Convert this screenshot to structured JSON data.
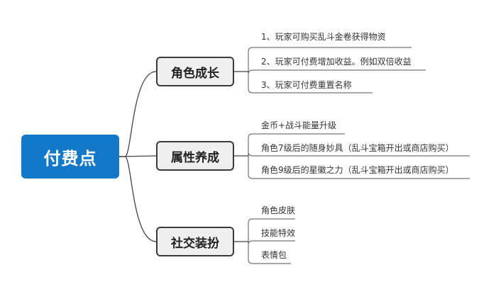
{
  "root": {
    "label": "付费点"
  },
  "branches": [
    {
      "label": "角色成长",
      "leaves": [
        "1、玩家可购买乱斗金卷获得物资",
        "2、玩家可付费增加收益。例如双倍收益",
        "3、玩家可付费重置名称"
      ]
    },
    {
      "label": "属性养成",
      "leaves": [
        "金币+战斗能量升级",
        "角色7级后的随身妙具（乱斗宝箱开出或商店购买）",
        "角色9级后的星徽之力（乱斗宝箱开出或商店购买）"
      ]
    },
    {
      "label": "社交装扮",
      "leaves": [
        "角色皮肤",
        "技能特效",
        "表情包"
      ]
    }
  ],
  "colors": {
    "root_fill": "#1378c8",
    "branch_fill": "#efefef",
    "branch_border": "#3a3a3a",
    "connector": "#444444",
    "leaf_line": "#555555"
  }
}
